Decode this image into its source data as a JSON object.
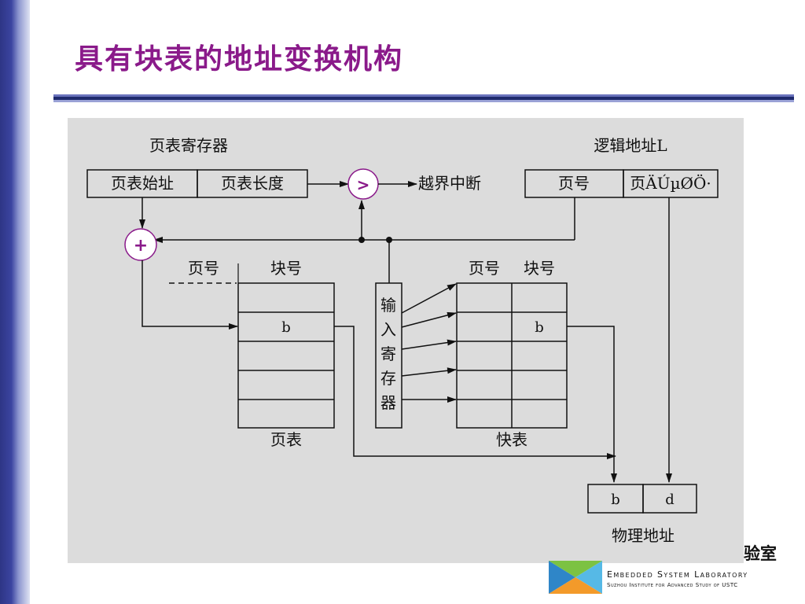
{
  "slide": {
    "title": "具有块表的地址变换机构",
    "partial_text": "验室"
  },
  "diagram": {
    "page_table_register": {
      "label": "页表寄存器",
      "cells": [
        "页表始址",
        "页表长度"
      ]
    },
    "comparator_symbol": ">",
    "adder_symbol": "+",
    "out_of_bounds": "越界中断",
    "logical_address": {
      "label": "逻辑地址L",
      "cells": [
        "页号",
        "页ÄÚµØÖ·"
      ]
    },
    "page_table": {
      "header_page_no": "页号",
      "header_block_no": "块号",
      "highlight_value": "b",
      "label": "页表"
    },
    "input_register": [
      "输",
      "入",
      "寄",
      "存",
      "器"
    ],
    "fast_table": {
      "header_page_no": "页号",
      "header_block_no": "块号",
      "highlight_value": "b",
      "label": "快表"
    },
    "physical_address": {
      "cells": [
        "b",
        "d"
      ],
      "label": "物理地址"
    }
  },
  "logo": {
    "line1": "Embedded System Laboratory",
    "line2": "Suzhou Institute for Advanced Study of USTC"
  },
  "colors": {
    "title": "#8a1a8a",
    "sidebar": "#3b44a0",
    "panel": "#dcdcdc",
    "circle_stroke": "#8a1a8a"
  }
}
